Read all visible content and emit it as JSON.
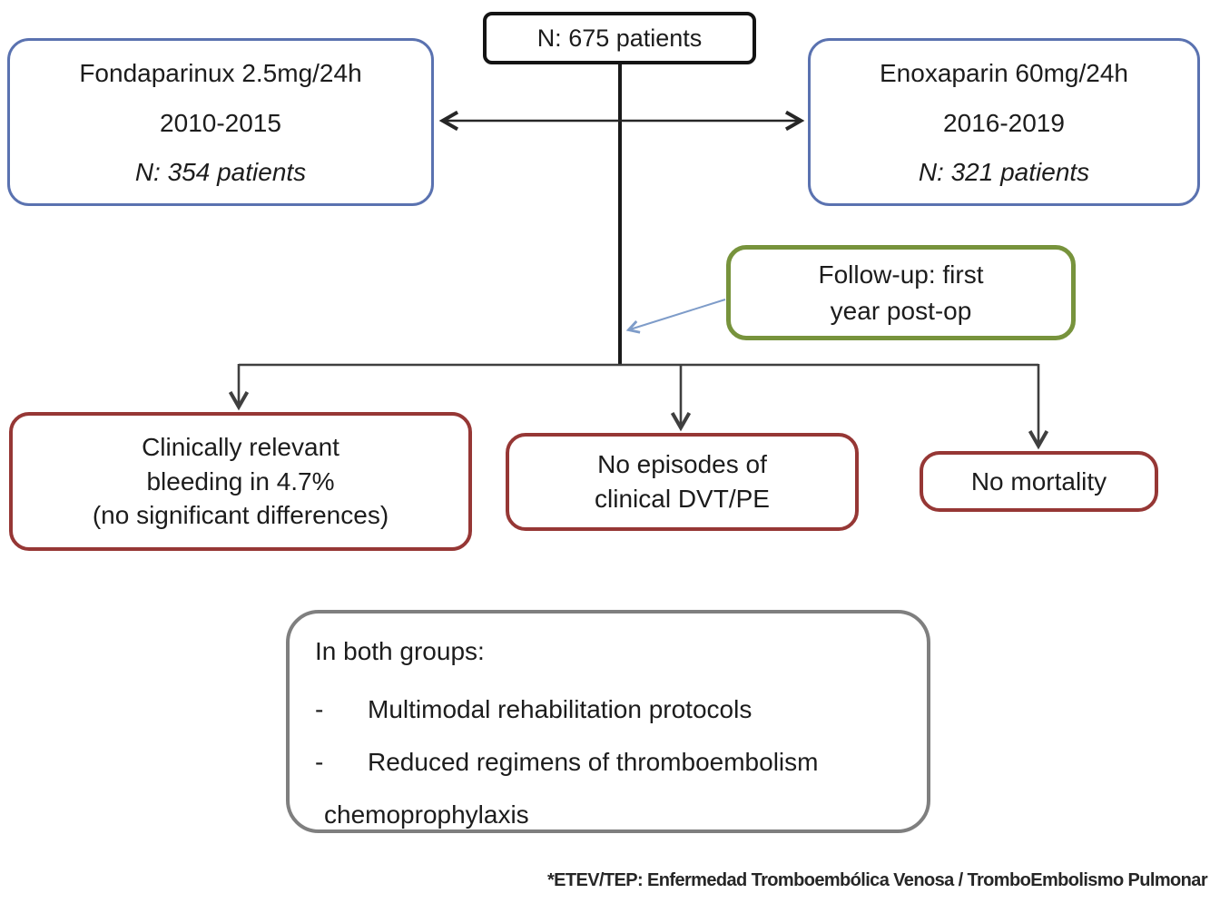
{
  "flowchart": {
    "total_box": {
      "text": "N: 675 patients"
    },
    "group_left": {
      "line1": "Fondaparinux 2.5mg/24h",
      "line2": "2010-2015",
      "line3": "N: 354 patients"
    },
    "group_right": {
      "line1": "Enoxaparin 60mg/24h",
      "line2": "2016-2019",
      "line3": "N: 321 patients"
    },
    "followup_box": {
      "line1": "Follow-up: first",
      "line2": "year post-op"
    },
    "outcomes": [
      {
        "line1": "Clinically relevant",
        "line2": "bleeding in 4.7%",
        "line3": "(no significant differences)"
      },
      {
        "line1": "No episodes of",
        "line2": "clinical DVT/PE"
      },
      {
        "line1": "No mortality"
      }
    ],
    "both_groups": {
      "title": "In both groups:",
      "bullet1_dash": "-",
      "bullet1_text": "Multimodal rehabilitation protocols",
      "bullet2_dash": "-",
      "bullet2_text": "Reduced regimens of thromboembolism",
      "bullet2_cont": "chemoprophylaxis"
    },
    "footnote": "*ETEV/TEP: Enfermedad Tromboembólica Venosa / TromboEmbolismo Pulmonar",
    "colors": {
      "top_border": "#141414",
      "group_border": "#5a72b0",
      "followup_border": "#77933c",
      "outcome_border": "#963735",
      "note_border": "#7f7f7f",
      "trunk_line": "#1a1a1a",
      "branch_line": "#3f3f3f",
      "pointer_arrow": "#7e9cc9"
    }
  }
}
